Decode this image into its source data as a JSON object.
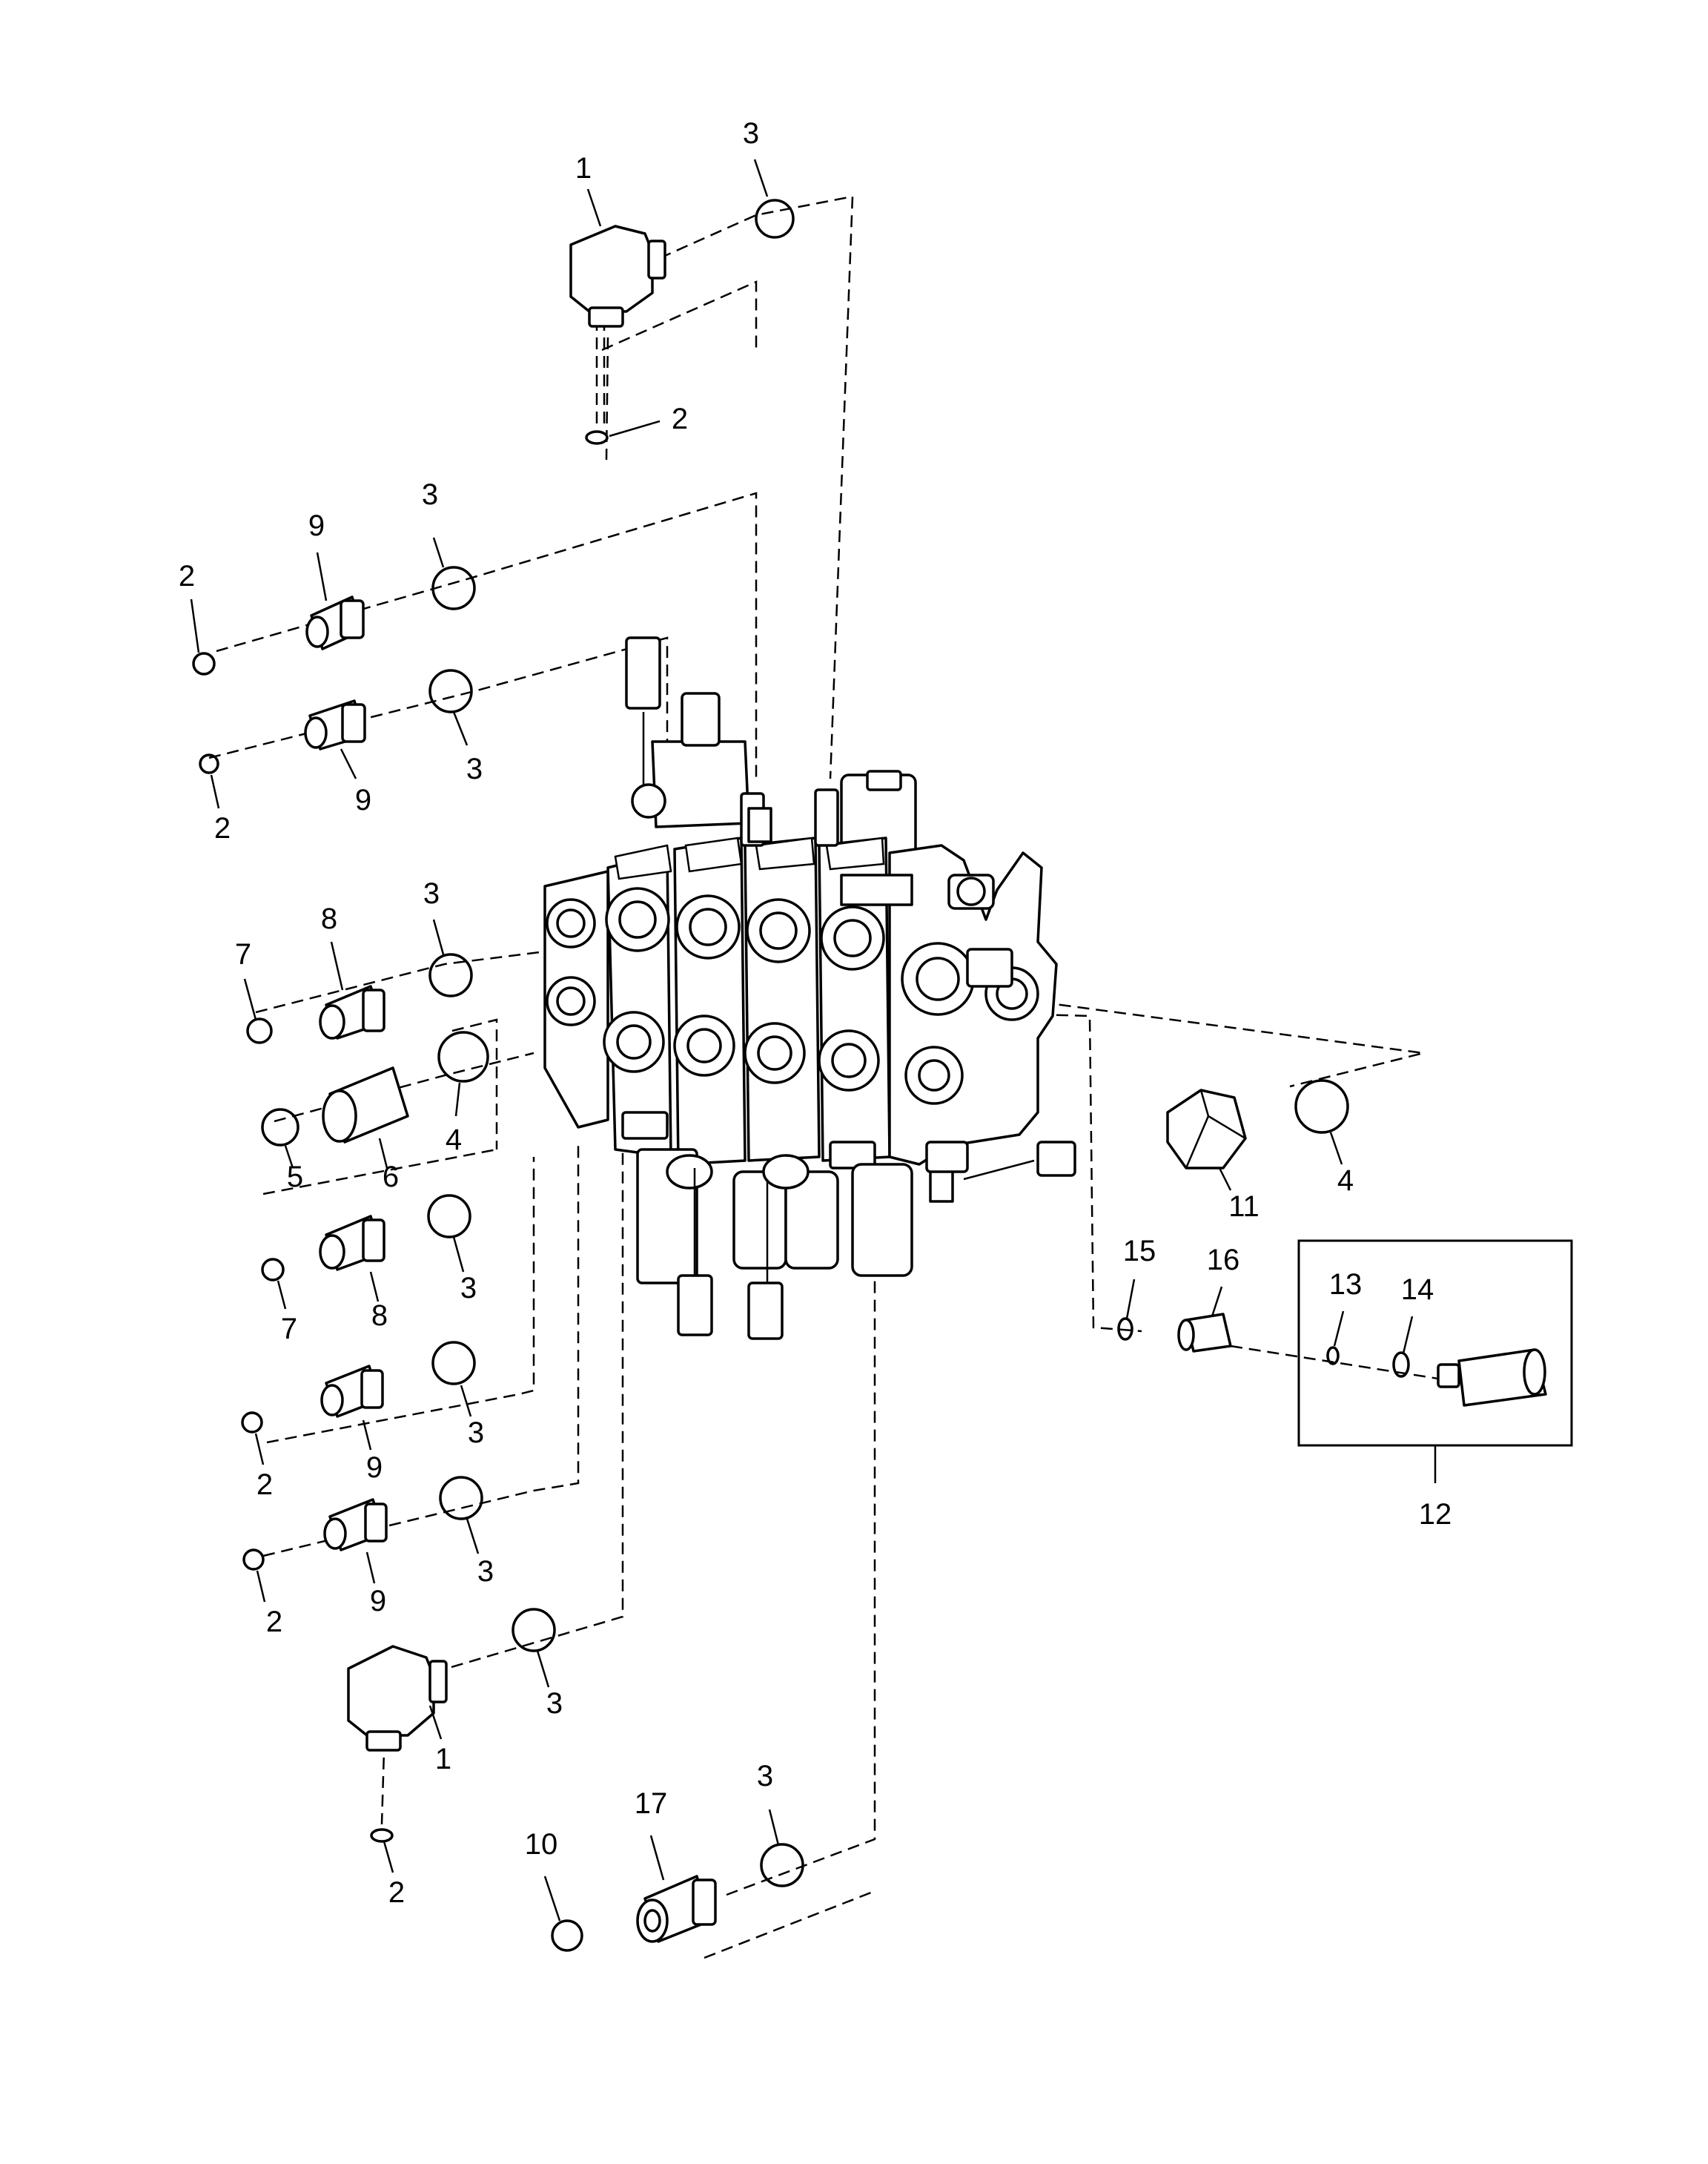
{
  "callouts": {
    "c1_top": "1",
    "c3_top": "3",
    "c2_top": "2",
    "c2_a": "2",
    "c9_a": "9",
    "c3_a": "3",
    "c3_b": "3",
    "c9_b": "9",
    "c2_b": "2",
    "c7_a": "7",
    "c8_a": "8",
    "c3_c": "3",
    "c5": "5",
    "c6": "6",
    "c4_a": "4",
    "c7_b": "7",
    "c8_b": "8",
    "c3_d": "3",
    "c2_c": "2",
    "c9_c": "9",
    "c3_e": "3",
    "c2_d": "2",
    "c9_d": "9",
    "c3_f": "3",
    "c1_bot": "1",
    "c3_g": "3",
    "c2_e": "2",
    "c10": "10",
    "c17": "17",
    "c3_h": "3",
    "c11": "11",
    "c4_b": "4",
    "c15": "15",
    "c16": "16",
    "c13": "13",
    "c14": "14",
    "c12": "12"
  }
}
